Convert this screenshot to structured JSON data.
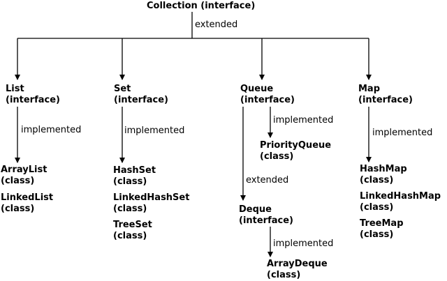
{
  "root": {
    "title": "Collection (interface)",
    "edge_label": "extended"
  },
  "list": {
    "name": "List",
    "kind": "(interface)",
    "edge_label": "implemented",
    "classes": [
      {
        "name": "ArrayList",
        "kind": "(class)"
      },
      {
        "name": "LinkedList",
        "kind": "(class)"
      }
    ]
  },
  "set": {
    "name": "Set",
    "kind": "(interface)",
    "edge_label": "implemented",
    "classes": [
      {
        "name": "HashSet",
        "kind": "(class)"
      },
      {
        "name": "LinkedHashSet",
        "kind": "(class)"
      },
      {
        "name": "TreeSet",
        "kind": "(class)"
      }
    ]
  },
  "queue": {
    "name": "Queue",
    "kind": "(interface)",
    "implemented_label": "implemented",
    "priority": {
      "name": "PriorityQueue",
      "kind": "(class)"
    },
    "extended_label": "extended",
    "deque": {
      "name": "Deque",
      "kind": "(interface)",
      "edge_label": "implemented",
      "array": {
        "name": "ArrayDeque",
        "kind": "(class)"
      }
    }
  },
  "map": {
    "name": "Map",
    "kind": "(interface)",
    "edge_label": "implemented",
    "classes": [
      {
        "name": "HashMap",
        "kind": "(class)"
      },
      {
        "name": "LinkedHashMap",
        "kind": "(class)"
      },
      {
        "name": "TreeMap",
        "kind": "(class)"
      }
    ]
  }
}
